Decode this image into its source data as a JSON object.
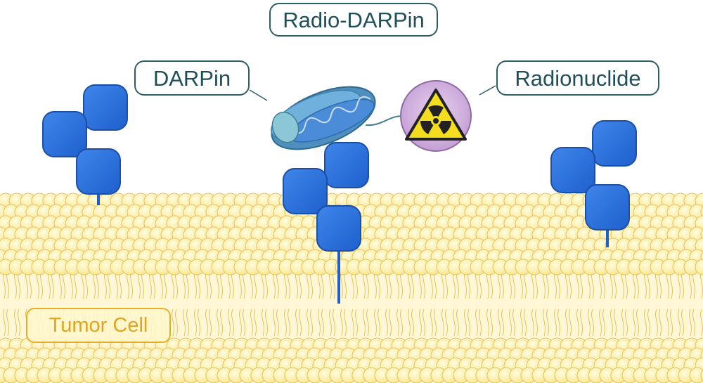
{
  "labels": {
    "title": "Radio-DARPin",
    "darpin": "DARPin",
    "radionuclide": "Radionuclide",
    "cell": "Tumor Cell"
  },
  "icons": {
    "radiation": "radiation-hazard-icon"
  },
  "colors": {
    "receptor": "#2c6fd8",
    "receptor_dark": "#1b4fa6",
    "lipid_head": "#fff4b3",
    "lipid_outline": "#e7c35a",
    "label_border": "#2f5d67",
    "label_text": "#1f4f5b",
    "cell_label": "#e0a520",
    "darpin_protein": "#5b9ec9",
    "radionuclide_circle": "#c9a6d6",
    "hazard_yellow": "#f4dd1f"
  }
}
